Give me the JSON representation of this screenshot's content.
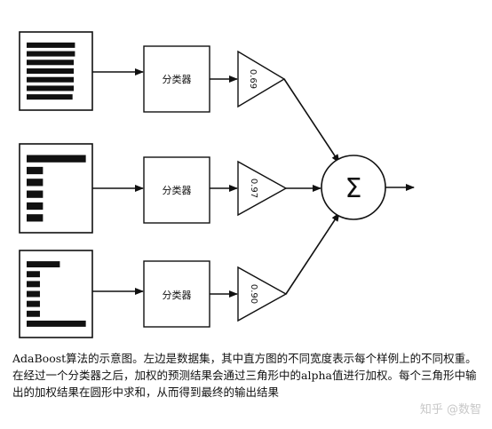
{
  "classifier_label": "分类器",
  "sum_symbol": "Σ",
  "rows": [
    {
      "alpha": "0.69",
      "bar_widths": [
        0.8,
        0.8,
        0.78,
        0.78,
        0.78,
        0.78,
        0.76
      ]
    },
    {
      "alpha": "0.97",
      "bar_widths": [
        0.98,
        0.27,
        0.27,
        0.27,
        0.27,
        0.27
      ]
    },
    {
      "alpha": "0.90",
      "bar_widths": [
        0.55,
        0.22,
        0.22,
        0.22,
        0.22,
        0.22,
        0.98
      ]
    }
  ],
  "caption": "AdaBoost算法的示意图。左边是数据集，其中直方图的不同宽度表示每个样例上的不同权重。在经过一个分类器之后，加权的预测结果会通过三角形中的alpha值进行加权。每个三角形中输出的加权结果在圆形中求和，从而得到最终的输出结果",
  "watermark": "知乎 @数智"
}
